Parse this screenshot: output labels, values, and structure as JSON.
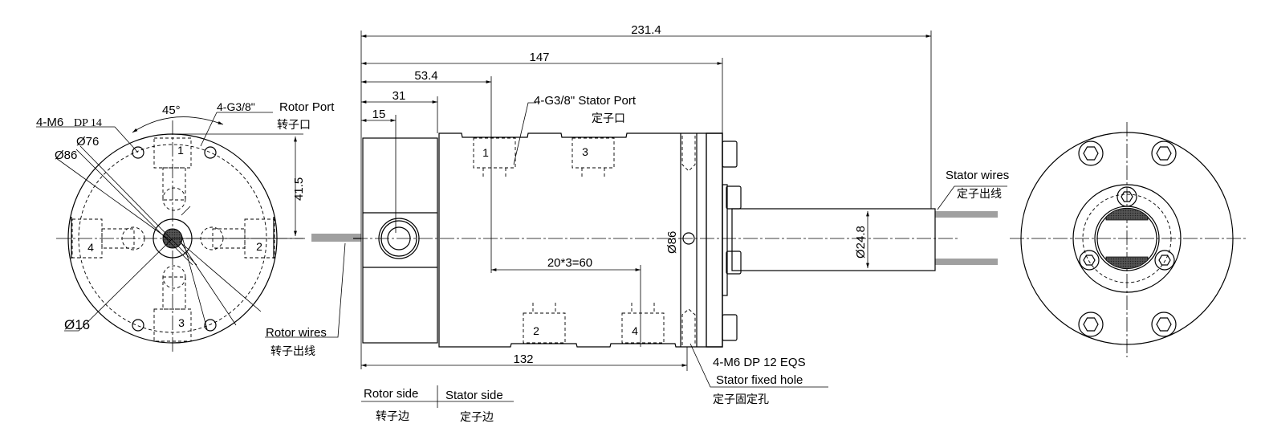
{
  "left_view": {
    "angle": "45°",
    "bolt_callout": "4-M6",
    "bolt_depth": "DP  14",
    "d76": "Ø76",
    "d86": "Ø86",
    "d16": "Ø16",
    "rotor_port_count": "4-G3/8\"",
    "rotor_port_en": "Rotor Port",
    "rotor_port_cn": "转子口",
    "height_dim": "41.5",
    "port_numbers": [
      "1",
      "2",
      "3",
      "4"
    ],
    "rotor_wires_en": "Rotor wires",
    "rotor_wires_cn": "转子出线"
  },
  "side_view": {
    "overall_length": "231.4",
    "length_147": "147",
    "length_53_4": "53.4",
    "length_31": "31",
    "length_15": "15",
    "stator_port_en": "4-G3/8\" Stator Port",
    "stator_port_cn": "定子口",
    "port_numbers": [
      "1",
      "3",
      "2",
      "4"
    ],
    "pitch_dim": "20*3=60",
    "diameter_86": "Ø86",
    "shaft_diameter": "Ø24.8",
    "length_132": "132",
    "stator_wires_en": "Stator wires",
    "stator_wires_cn": "定子出线",
    "fixed_hole_spec": "4-M6 DP 12 EQS",
    "fixed_hole_en": "Stator fixed hole",
    "fixed_hole_cn": "定子固定孔"
  },
  "legend": {
    "rotor_side_en": "Rotor side",
    "rotor_side_cn": "转子边",
    "stator_side_en": "Stator side",
    "stator_side_cn": "定子边"
  }
}
